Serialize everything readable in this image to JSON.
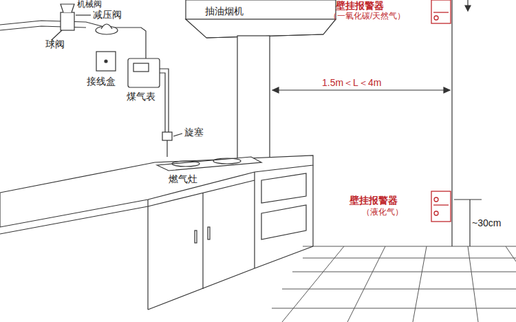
{
  "diagram": {
    "labels": [
      "机械阀",
      "减压阀",
      "球阀",
      "接线盒",
      "煤气表",
      "抽油烟机",
      "壁挂报警器",
      "（一氧化碳/天然气）",
      "1.5m＜L＜4m",
      "旋塞",
      "燃气灶",
      "壁挂报警器",
      "（液化气）",
      "~30cm"
    ]
  }
}
